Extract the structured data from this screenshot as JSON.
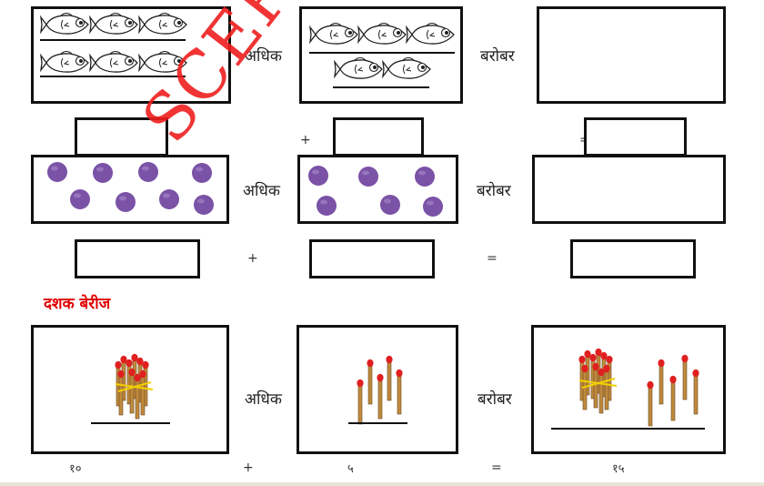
{
  "rows": [
    {
      "more_word": "अधिक",
      "equal_word": "बरोबर",
      "plus_sign": "+",
      "equals_sign": "="
    },
    {
      "more_word": "अधिक",
      "equal_word": "बरोबर",
      "plus_sign": "+",
      "equals_sign": "="
    },
    {
      "more_word": "अधिक",
      "equal_word": "बरोबर",
      "plus_sign": "+",
      "equals_sign": "="
    }
  ],
  "section_heading": "दशक बेरीज",
  "matchstick_numbers": {
    "first": "१०",
    "second": "५",
    "total": "१५"
  },
  "watermark_text": "SCERT",
  "colors": {
    "heading": "#e00000",
    "ball": "#7a52a6",
    "match_head": "#e02020",
    "watermark": "#ee1e1e"
  },
  "icons": [
    "fish-icon",
    "purple-ball-icon",
    "matchstick-bundle-icon",
    "matchstick-icon"
  ]
}
